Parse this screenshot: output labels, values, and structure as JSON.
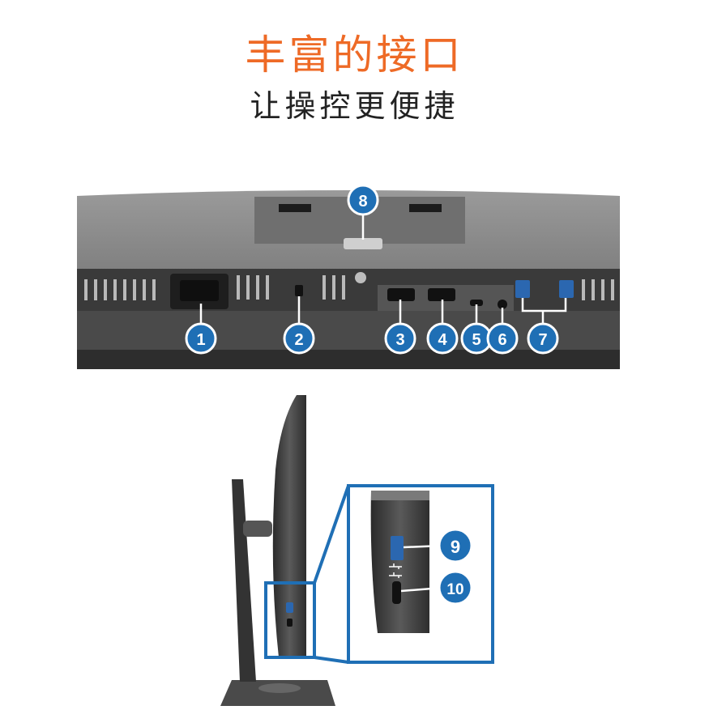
{
  "headline": {
    "title": "丰富的接口",
    "subtitle": "让操控更便捷"
  },
  "colors": {
    "title": "#ee6a26",
    "subtitle": "#222222",
    "badge": "#1f6fb5",
    "callout_frame": "#1f6fb5",
    "monitor_body": "#8e8e8e",
    "monitor_dark": "#3c3c3c"
  },
  "callouts": {
    "rear_ports": [
      "1",
      "2",
      "3",
      "4",
      "5",
      "6",
      "7"
    ],
    "stand_release": "8",
    "side_ports": [
      "9",
      "10"
    ]
  },
  "icons": {
    "usb": "usb-symbol-icon",
    "usb_c": "usb-c-icon"
  }
}
